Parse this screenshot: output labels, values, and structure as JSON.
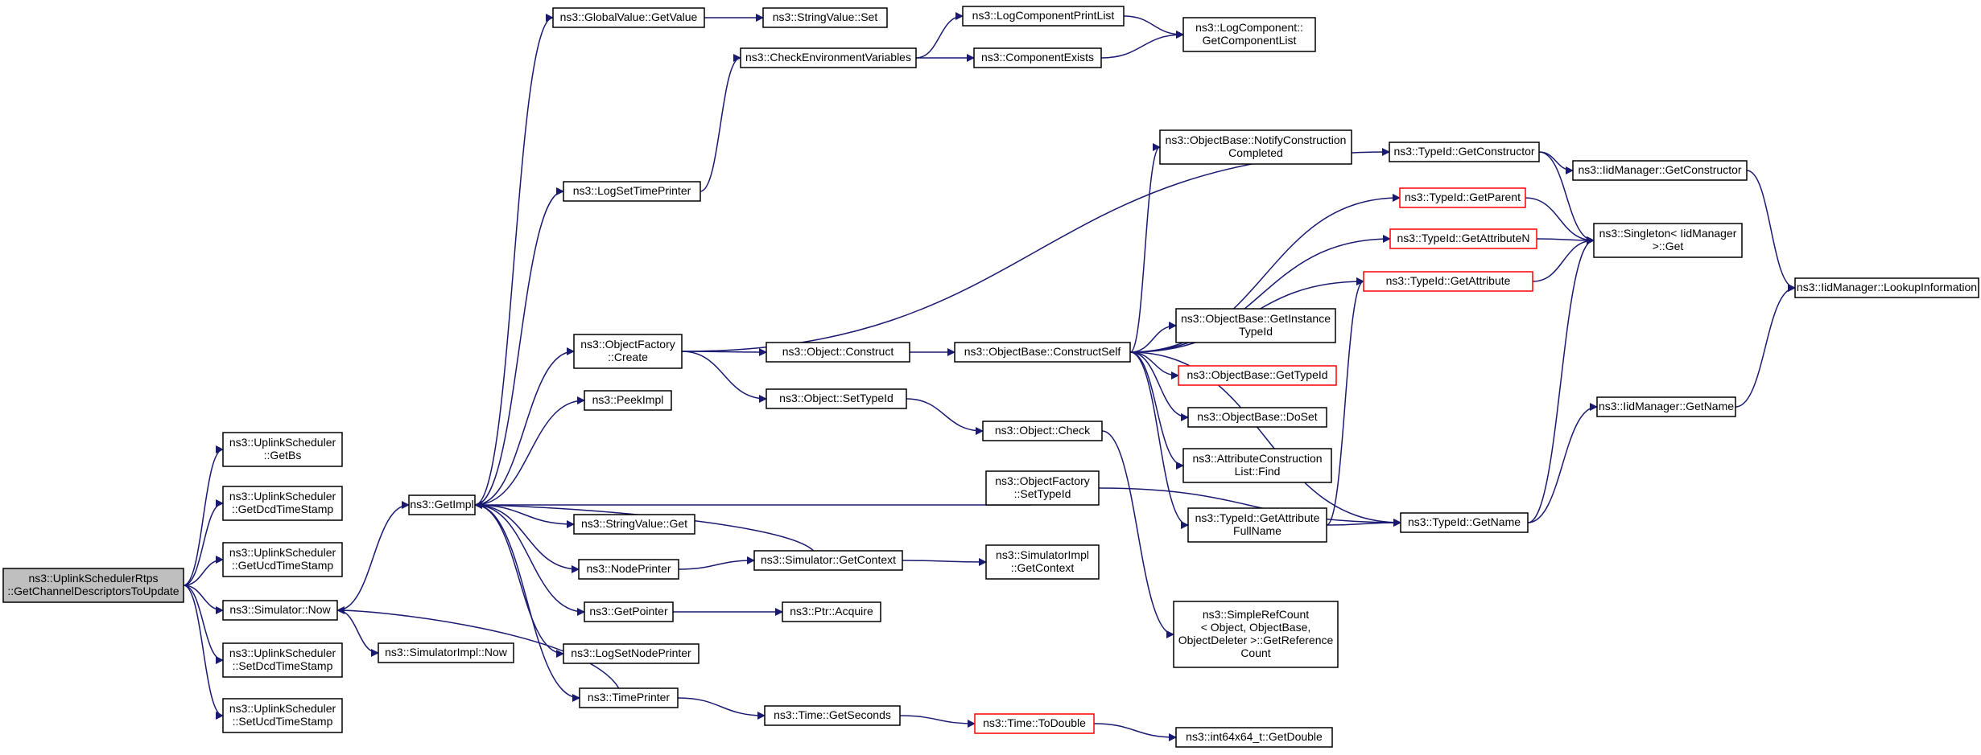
{
  "nodes": [
    {
      "id": "root",
      "lines": [
        "ns3::UplinkSchedulerRtps",
        "::GetChannelDescriptorsToUpdate"
      ],
      "style": "root"
    },
    {
      "id": "getbs",
      "lines": [
        "ns3::UplinkScheduler",
        "::GetBs"
      ]
    },
    {
      "id": "getdcd",
      "lines": [
        "ns3::UplinkScheduler",
        "::GetDcdTimeStamp"
      ]
    },
    {
      "id": "getucd",
      "lines": [
        "ns3::UplinkScheduler",
        "::GetUcdTimeStamp"
      ]
    },
    {
      "id": "simnow",
      "lines": [
        "ns3::Simulator::Now"
      ]
    },
    {
      "id": "setdcd",
      "lines": [
        "ns3::UplinkScheduler",
        "::SetDcdTimeStamp"
      ]
    },
    {
      "id": "setucd",
      "lines": [
        "ns3::UplinkScheduler",
        "::SetUcdTimeStamp"
      ]
    },
    {
      "id": "getimpl",
      "lines": [
        "ns3::GetImpl"
      ]
    },
    {
      "id": "simimplnow",
      "lines": [
        "ns3::SimulatorImpl::Now"
      ]
    },
    {
      "id": "gvget",
      "lines": [
        "ns3::GlobalValue::GetValue"
      ]
    },
    {
      "id": "svset",
      "lines": [
        "ns3::StringValue::Set"
      ]
    },
    {
      "id": "checkenv",
      "lines": [
        "ns3::CheckEnvironmentVariables"
      ]
    },
    {
      "id": "logcpl",
      "lines": [
        "ns3::LogComponentPrintList"
      ]
    },
    {
      "id": "compexists",
      "lines": [
        "ns3::ComponentExists"
      ]
    },
    {
      "id": "logcgcl",
      "lines": [
        "ns3::LogComponent::",
        "GetComponentList"
      ]
    },
    {
      "id": "logsettp",
      "lines": [
        "ns3::LogSetTimePrinter"
      ]
    },
    {
      "id": "objfcreate",
      "lines": [
        "ns3::ObjectFactory",
        "::Create"
      ]
    },
    {
      "id": "peekimpl",
      "lines": [
        "ns3::PeekImpl"
      ]
    },
    {
      "id": "svget",
      "lines": [
        "ns3::StringValue::Get"
      ]
    },
    {
      "id": "nodeprinter",
      "lines": [
        "ns3::NodePrinter"
      ]
    },
    {
      "id": "getpointer",
      "lines": [
        "ns3::GetPointer"
      ]
    },
    {
      "id": "logsetnp",
      "lines": [
        "ns3::LogSetNodePrinter"
      ]
    },
    {
      "id": "timeprinter",
      "lines": [
        "ns3::TimePrinter"
      ]
    },
    {
      "id": "objconstruct",
      "lines": [
        "ns3::Object::Construct"
      ]
    },
    {
      "id": "objsettid",
      "lines": [
        "ns3::Object::SetTypeId"
      ]
    },
    {
      "id": "simgetctx",
      "lines": [
        "ns3::Simulator::GetContext"
      ]
    },
    {
      "id": "ptracq",
      "lines": [
        "ns3::Ptr::Acquire"
      ]
    },
    {
      "id": "timegetsec",
      "lines": [
        "ns3::Time::GetSeconds"
      ]
    },
    {
      "id": "objbcs",
      "lines": [
        "ns3::ObjectBase::ConstructSelf"
      ]
    },
    {
      "id": "objcheck",
      "lines": [
        "ns3::Object::Check"
      ]
    },
    {
      "id": "objfsettid",
      "lines": [
        "ns3::ObjectFactory",
        "::SetTypeId"
      ]
    },
    {
      "id": "simimplctx",
      "lines": [
        "ns3::SimulatorImpl",
        "::GetContext"
      ]
    },
    {
      "id": "timetodouble",
      "lines": [
        "ns3::Time::ToDouble"
      ],
      "style": "red"
    },
    {
      "id": "objbnotify",
      "lines": [
        "ns3::ObjectBase::NotifyConstruction",
        "Completed"
      ]
    },
    {
      "id": "tidgetparent",
      "lines": [
        "ns3::TypeId::GetParent"
      ],
      "style": "red"
    },
    {
      "id": "tidgetattrn",
      "lines": [
        "ns3::TypeId::GetAttributeN"
      ],
      "style": "red"
    },
    {
      "id": "tidgetattr",
      "lines": [
        "ns3::TypeId::GetAttribute"
      ],
      "style": "red"
    },
    {
      "id": "objbgetinst",
      "lines": [
        "ns3::ObjectBase::GetInstance",
        "TypeId"
      ]
    },
    {
      "id": "objbgettid",
      "lines": [
        "ns3::ObjectBase::GetTypeId"
      ],
      "style": "red"
    },
    {
      "id": "objbdoset",
      "lines": [
        "ns3::ObjectBase::DoSet"
      ]
    },
    {
      "id": "attrcons",
      "lines": [
        "ns3::AttributeConstruction",
        "List::Find"
      ]
    },
    {
      "id": "tidgetattrfull",
      "lines": [
        "ns3::TypeId::GetAttribute",
        "FullName"
      ]
    },
    {
      "id": "simplerefcount",
      "lines": [
        "ns3::SimpleRefCount",
        "< Object, ObjectBase,",
        "ObjectDeleter >::GetReference",
        "Count"
      ]
    },
    {
      "id": "int64getdouble",
      "lines": [
        "ns3::int64x64_t::GetDouble"
      ]
    },
    {
      "id": "tidgetcons",
      "lines": [
        "ns3::TypeId::GetConstructor"
      ]
    },
    {
      "id": "singletonget",
      "lines": [
        "ns3::Singleton< IidManager",
        ">::Get"
      ]
    },
    {
      "id": "tidgetname",
      "lines": [
        "ns3::TypeId::GetName"
      ]
    },
    {
      "id": "iidgetcons",
      "lines": [
        "ns3::IidManager::GetConstructor"
      ]
    },
    {
      "id": "iidgetname",
      "lines": [
        "ns3::IidManager::GetName"
      ]
    },
    {
      "id": "iidlookup",
      "lines": [
        "ns3::IidManager::LookupInformation"
      ]
    }
  ],
  "edges": [
    [
      "root",
      "getbs"
    ],
    [
      "root",
      "getdcd"
    ],
    [
      "root",
      "getucd"
    ],
    [
      "root",
      "simnow"
    ],
    [
      "root",
      "setdcd"
    ],
    [
      "root",
      "setucd"
    ],
    [
      "simnow",
      "getimpl"
    ],
    [
      "simnow",
      "simimplnow"
    ],
    [
      "getimpl",
      "gvget"
    ],
    [
      "getimpl",
      "logsettp"
    ],
    [
      "getimpl",
      "objfcreate"
    ],
    [
      "getimpl",
      "peekimpl"
    ],
    [
      "getimpl",
      "svget"
    ],
    [
      "getimpl",
      "nodeprinter"
    ],
    [
      "getimpl",
      "getpointer"
    ],
    [
      "getimpl",
      "logsetnp"
    ],
    [
      "getimpl",
      "timeprinter"
    ],
    [
      "gvget",
      "svset"
    ],
    [
      "logsettp",
      "checkenv"
    ],
    [
      "checkenv",
      "logcpl"
    ],
    [
      "checkenv",
      "compexists"
    ],
    [
      "logcpl",
      "logcgcl"
    ],
    [
      "compexists",
      "logcgcl"
    ],
    [
      "objfcreate",
      "objconstruct"
    ],
    [
      "objfcreate",
      "objsettid"
    ],
    [
      "objfcreate",
      "tidgetcons"
    ],
    [
      "objconstruct",
      "objbcs"
    ],
    [
      "objsettid",
      "objcheck"
    ],
    [
      "nodeprinter",
      "simgetctx"
    ],
    [
      "simgetctx",
      "simimplctx"
    ],
    [
      "simgetctx",
      "getimpl"
    ],
    [
      "getpointer",
      "ptracq"
    ],
    [
      "timeprinter",
      "timegetsec"
    ],
    [
      "timeprinter",
      "simnow"
    ],
    [
      "timegetsec",
      "timetodouble"
    ],
    [
      "timetodouble",
      "int64getdouble"
    ],
    [
      "objfsettid",
      "getimpl"
    ],
    [
      "objfsettid",
      "tidgetname"
    ],
    [
      "objcheck",
      "simplerefcount"
    ],
    [
      "objbcs",
      "objbnotify"
    ],
    [
      "objbcs",
      "tidgetparent"
    ],
    [
      "objbcs",
      "tidgetattrn"
    ],
    [
      "objbcs",
      "tidgetattr"
    ],
    [
      "objbcs",
      "objbgetinst"
    ],
    [
      "objbcs",
      "objbgettid"
    ],
    [
      "objbcs",
      "objbdoset"
    ],
    [
      "objbcs",
      "attrcons"
    ],
    [
      "objbcs",
      "tidgetattrfull"
    ],
    [
      "objbcs",
      "tidgetname"
    ],
    [
      "tidgetattrfull",
      "tidgetattr"
    ],
    [
      "tidgetattrfull",
      "tidgetname"
    ],
    [
      "tidgetparent",
      "singletonget"
    ],
    [
      "tidgetattrn",
      "singletonget"
    ],
    [
      "tidgetattr",
      "singletonget"
    ],
    [
      "tidgetcons",
      "singletonget"
    ],
    [
      "tidgetcons",
      "iidgetcons"
    ],
    [
      "tidgetname",
      "singletonget"
    ],
    [
      "tidgetname",
      "iidgetname"
    ],
    [
      "iidgetcons",
      "iidlookup"
    ],
    [
      "iidgetname",
      "iidlookup"
    ]
  ]
}
